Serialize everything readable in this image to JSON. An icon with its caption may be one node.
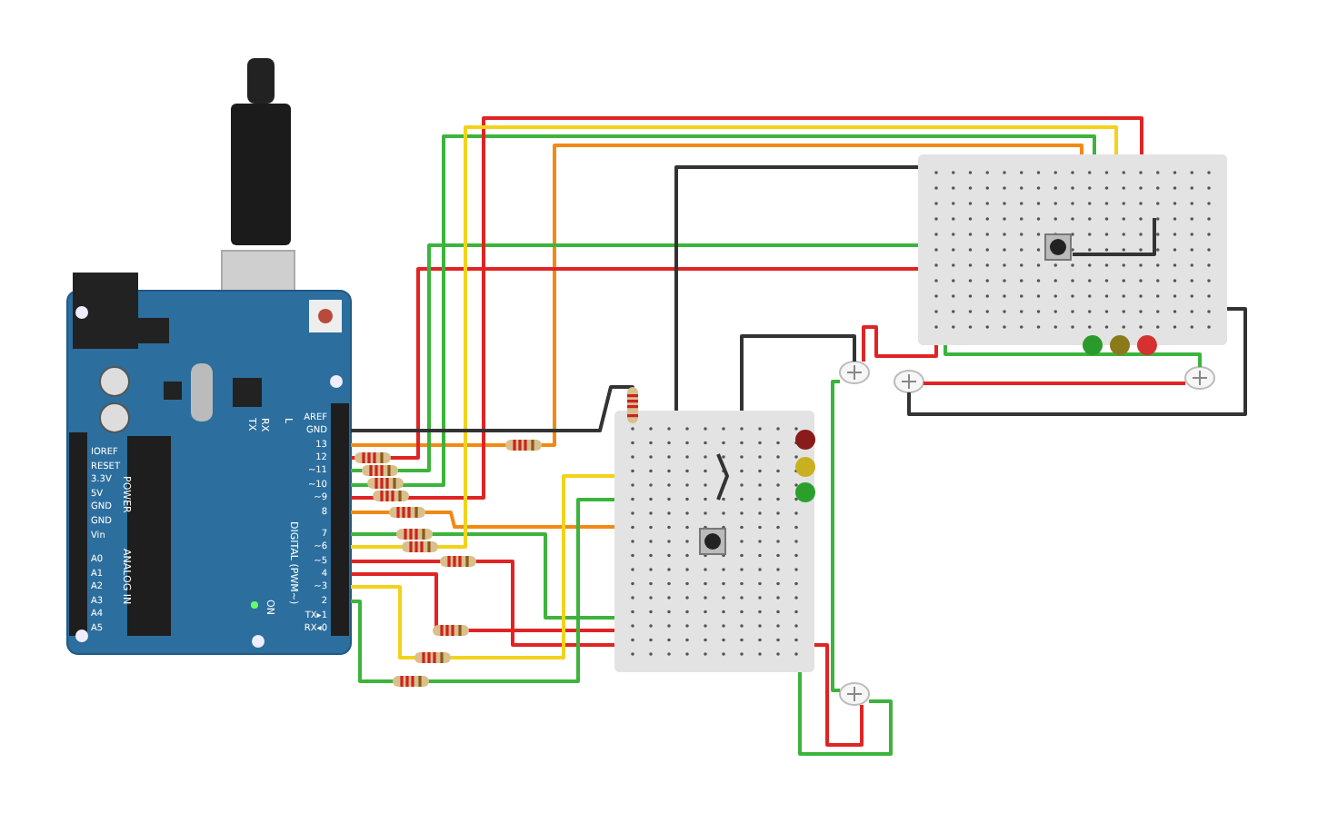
{
  "diagram": {
    "nodes": [
      {
        "text": [],
        "shape": "picture"
      },
      {
        "text": [],
        "shape": "box"
      },
      {
        "text": [],
        "shape": "box"
      },
      {
        "text": [],
        "shape": "picture"
      },
      {
        "text": [],
        "shape": "picture"
      },
      {
        "text": [],
        "shape": "picture"
      },
      {
        "text": [],
        "shape": "picture"
      }
    ],
    "edges": [
      {
        "from": 0,
        "to": 2,
        "arrow": "none",
        "color": "#f08a14"
      },
      {
        "from": 0,
        "to": 2,
        "arrow": "none",
        "color": "#e02424"
      },
      {
        "from": 0,
        "to": 2,
        "arrow": "none",
        "color": "#3cb43c"
      },
      {
        "from": 0,
        "to": 2,
        "arrow": "none",
        "color": "#3cb43c"
      },
      {
        "from": 0,
        "to": 2,
        "arrow": "none",
        "color": "#e02424"
      },
      {
        "from": 0,
        "to": 1,
        "arrow": "none",
        "color": "#f08a14"
      },
      {
        "from": 0,
        "to": 1,
        "arrow": "none",
        "color": "#3cb43c"
      },
      {
        "from": 0,
        "to": 2,
        "arrow": "none",
        "color": "#f2d21a"
      },
      {
        "from": 0,
        "to": 1,
        "arrow": "none",
        "color": "#e02424"
      },
      {
        "from": 0,
        "to": 1,
        "arrow": "none",
        "color": "#e02424"
      },
      {
        "from": 0,
        "to": 1,
        "arrow": "none",
        "color": "#f2d21a"
      },
      {
        "from": 0,
        "to": 1,
        "arrow": "none",
        "color": "#3cb43c"
      },
      {
        "from": 1,
        "to": 2,
        "arrow": "none",
        "color": "#333333"
      },
      {
        "from": 1,
        "to": 3,
        "arrow": "none",
        "color": "#333333"
      },
      {
        "from": 1,
        "to": 6,
        "arrow": "none",
        "color": "#e02424"
      },
      {
        "from": 1,
        "to": 6,
        "arrow": "none",
        "color": "#3cb43c"
      },
      {
        "from": 2,
        "to": 3,
        "arrow": "none",
        "color": "#e02424"
      },
      {
        "from": 2,
        "to": 5,
        "arrow": "none",
        "color": "#3cb43c"
      },
      {
        "from": 2,
        "to": 4,
        "arrow": "none",
        "color": "#333333"
      },
      {
        "from": 4,
        "to": 5,
        "arrow": "none",
        "color": "#e02424"
      },
      {
        "from": 3,
        "to": 6,
        "arrow": "none",
        "color": "#3cb43c"
      },
      {
        "from": 0,
        "to": 1,
        "arrow": "none",
        "color": "#333333"
      }
    ],
    "labels": [
      "AREF",
      "GND",
      "13",
      "12",
      "~11",
      "~10",
      "~9",
      "8",
      "7",
      "~6",
      "~5",
      "4",
      "~3",
      "2",
      "TX▸1",
      "RX◂0",
      "DIGITAL (PWM~)",
      "L",
      "TX",
      "RX",
      "IOREF",
      "RESET",
      "3.3V",
      "5V",
      "GND",
      "GND",
      "Vin",
      "POWER",
      "A0",
      "A1",
      "A2",
      "A3",
      "A4",
      "A5",
      "ANALOG IN",
      "ON"
    ]
  }
}
